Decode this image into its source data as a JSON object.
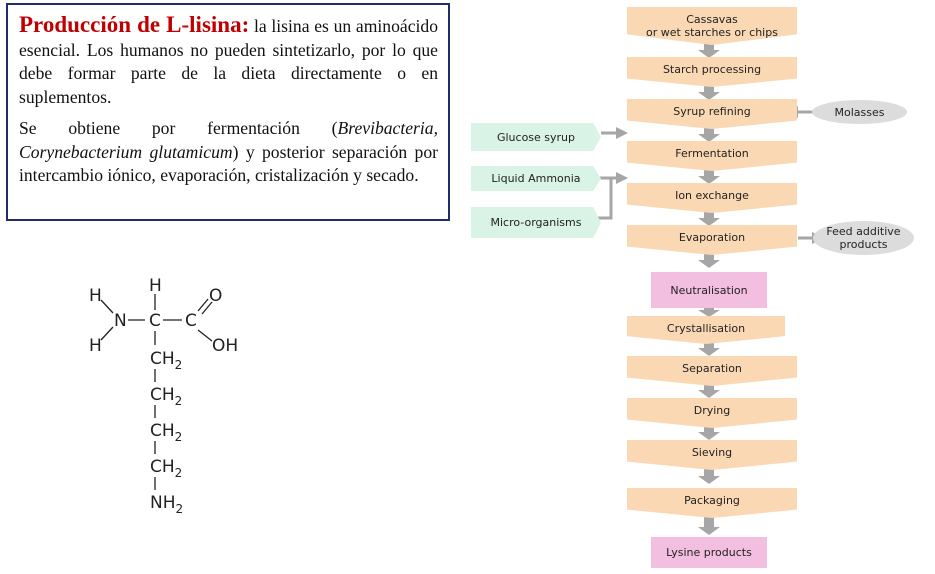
{
  "intro": {
    "title": "Producción de L-lisina:",
    "paragraph1": " la lisina es un aminoácido esencial. Los humanos no pueden sintetizarlo, por lo que debe formar parte de la dieta directamente o en suplementos.",
    "p2_before": "Se obtiene por fermentación (",
    "p2_italic": "Brevibacteria, Corynebacterium glutamicum",
    "p2_after": ") y posterior separación por intercambio iónico, evaporación, cristalización y secado."
  },
  "molecule": {
    "h_top": "H",
    "h_left_top": "H",
    "h_left_bottom": "H",
    "n_alpha": "N",
    "c_alpha": "C",
    "c_carboxyl": "C",
    "o": "O",
    "oh": "OH",
    "ch2_1": "CH",
    "ch2_1_sub": "2",
    "ch2_2": "CH",
    "ch2_2_sub": "2",
    "ch2_3": "CH",
    "ch2_3_sub": "2",
    "ch2_4": "CH",
    "ch2_4_sub": "2",
    "nh2": "NH",
    "nh2_sub": "2"
  },
  "flow": {
    "steps": [
      "Cassavas\nor wet starches or chips",
      "Starch processing",
      "Syrup refining",
      "Fermentation",
      "Ion exchange",
      "Evaporation",
      "Neutralisation",
      "Crystallisation",
      "Separation",
      "Drying",
      "Sieving",
      "Packaging",
      "Lysine products"
    ],
    "inputs": [
      "Glucose syrup",
      "Liquid Ammonia",
      "Micro-organisms"
    ],
    "side": [
      "Molasses",
      "Feed additive\nproducts"
    ]
  }
}
